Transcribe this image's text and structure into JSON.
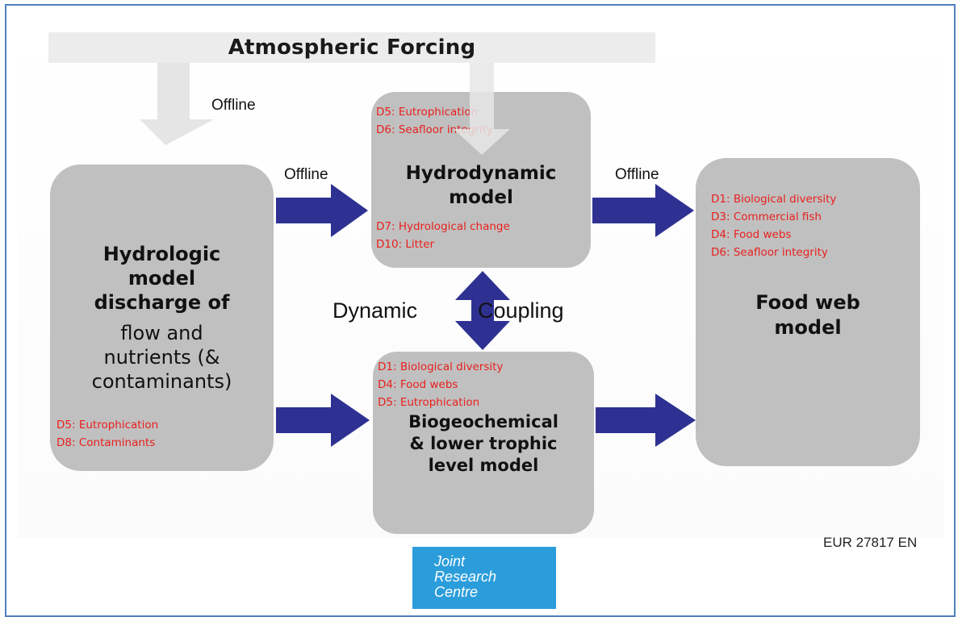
{
  "banner": {
    "label": "Atmospheric Forcing"
  },
  "flow_labels": {
    "offline_atmos": "Offline",
    "offline_left": "Offline",
    "offline_right": "Offline",
    "dynamic": "Dynamic",
    "coupling": "Coupling"
  },
  "hydrologic": {
    "title_line1": "Hydrologic",
    "title_line2": "model",
    "title_line3": "discharge of",
    "sub_line1": "flow and",
    "sub_line2": "nutrients (&",
    "sub_line3": "contaminants)",
    "descriptors": [
      "D5: Eutrophication",
      "D8: Contaminants"
    ]
  },
  "hydrodynamic": {
    "descriptors_top": [
      "D5: Eutrophication",
      "D6: Seafloor integrity"
    ],
    "title_line1": "Hydrodynamic",
    "title_line2": "model",
    "descriptors_bottom": [
      "D7: Hydrological change",
      "D10: Litter"
    ]
  },
  "biogeochemical": {
    "descriptors": [
      "D1: Biological diversity",
      "D4: Food webs",
      "D5: Eutrophication"
    ],
    "title_line1": "Biogeochemical",
    "title_line2": "& lower trophic",
    "title_line3": "level model"
  },
  "foodweb": {
    "descriptors": [
      "D1: Biological diversity",
      "D3: Commercial fish",
      "D4: Food webs",
      "D6: Seafloor integrity"
    ],
    "title_line1": "Food web",
    "title_line2": "model"
  },
  "footer": {
    "report_id": "EUR 27817 EN",
    "logo_line1": "Joint",
    "logo_line2": "Research",
    "logo_line3": "Centre"
  },
  "colors": {
    "arrow_fill": "#2e3192",
    "box_fill": "#c0c0c0",
    "descriptor_text": "#e8201e",
    "frame_border": "#4f81bd",
    "logo_bg": "#2b9ddb"
  }
}
